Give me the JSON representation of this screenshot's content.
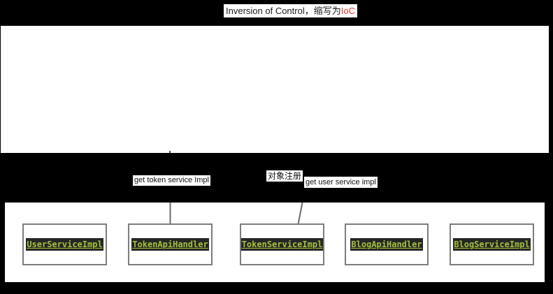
{
  "title": {
    "main": "Inversion of Control，缩写为",
    "highlight": "IoC"
  },
  "annotations": {
    "get_token_label": "get token service Impl",
    "register_label": "对象注册",
    "get_user_label": "get user service impl"
  },
  "diagram": {
    "boxes": [
      {
        "label": "UserServiceImpl"
      },
      {
        "label": "TokenApiHandler"
      },
      {
        "label": "TokenServiceImpl"
      },
      {
        "label": "BlogApiHandler"
      },
      {
        "label": "BlogServiceImpl"
      }
    ]
  },
  "colors": {
    "background": "#000000",
    "panel_white": "#ffffff",
    "title_highlight_red": "#e8382d",
    "code_text_green": "#a2c239",
    "code_chip_bg": "#262626",
    "box_border_gray": "#7d7d7d",
    "connector_gray": "#6b6b6b"
  }
}
